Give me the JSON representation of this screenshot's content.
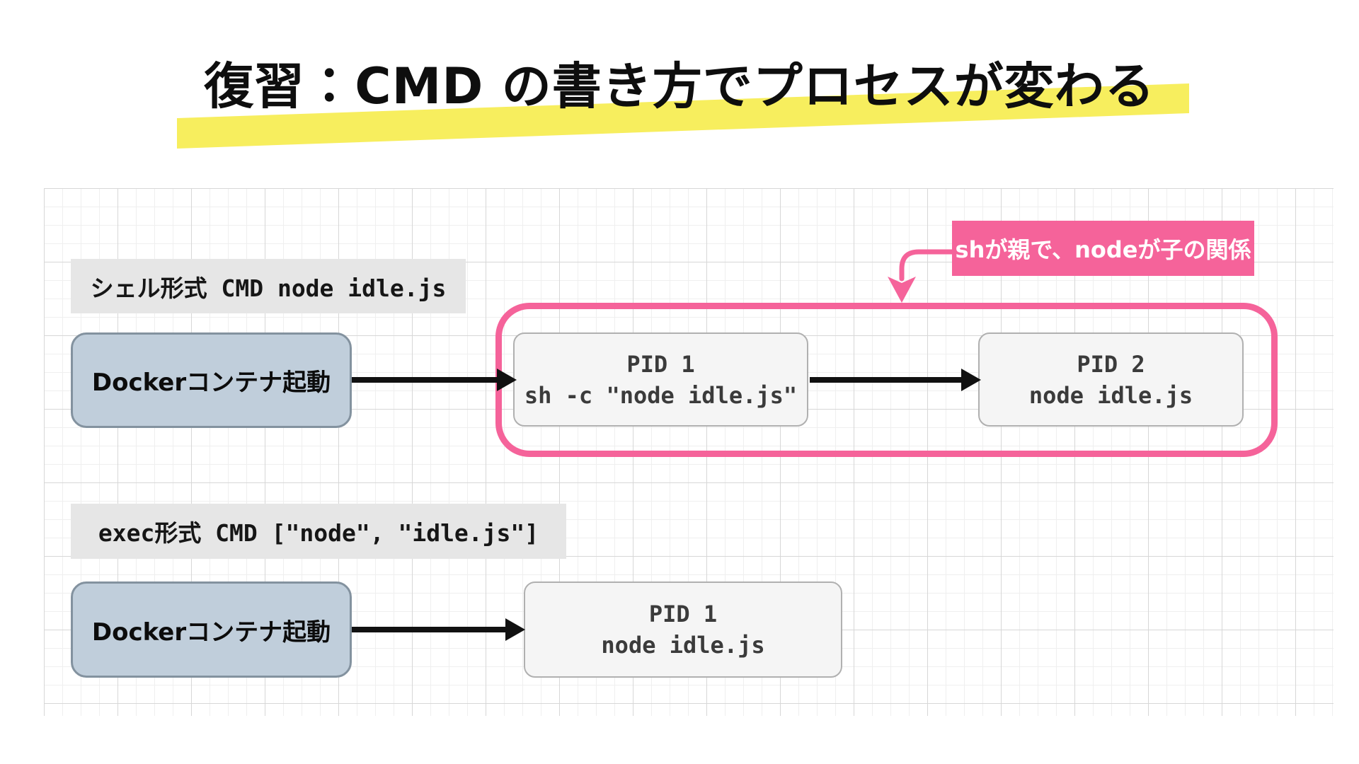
{
  "slide": {
    "title": "復習：CMD の書き方でプロセスが変わる",
    "colors": {
      "highlight_yellow": "#f7ee5e",
      "accent_pink": "#f5639a",
      "docker_box_fill": "#c0cedb",
      "docker_box_border": "#83929f",
      "process_box_fill": "#f5f5f5",
      "process_box_border": "#b0b0b0",
      "heading_chip_bg": "#e6e6e6",
      "arrow_black": "#111111"
    },
    "shell_section": {
      "heading": "シェル形式 CMD node idle.js",
      "docker_label": "Dockerコンテナ起動",
      "pid1": {
        "line1": "PID 1",
        "line2": "sh -c \"node idle.js\""
      },
      "pid2": {
        "line1": "PID 2",
        "line2": "node idle.js"
      },
      "annotation": "shが親で、nodeが子の関係"
    },
    "exec_section": {
      "heading": "exec形式 CMD [\"node\", \"idle.js\"]",
      "docker_label": "Dockerコンテナ起動",
      "pid1": {
        "line1": "PID 1",
        "line2": "node idle.js"
      }
    }
  }
}
